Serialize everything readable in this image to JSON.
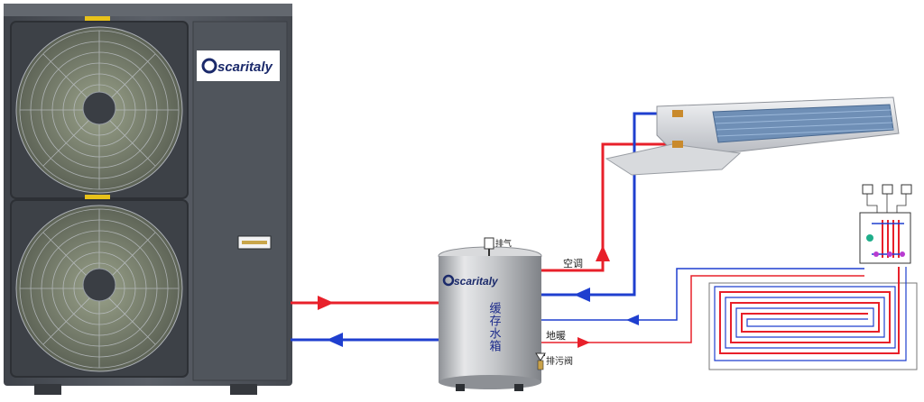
{
  "heat_pump": {
    "brand": "scaritaly"
  },
  "tank": {
    "brand": "scaritaly",
    "name": "缓存水箱",
    "vent_label": "排气",
    "drain_label": "排污阀"
  },
  "labels": {
    "ac": "空调",
    "floor_heating": "地暖"
  },
  "colors": {
    "supply": "#e8202a",
    "return": "#1f3fcf",
    "unit_body": "#4f545c",
    "tank_body": "#c8cacc"
  }
}
